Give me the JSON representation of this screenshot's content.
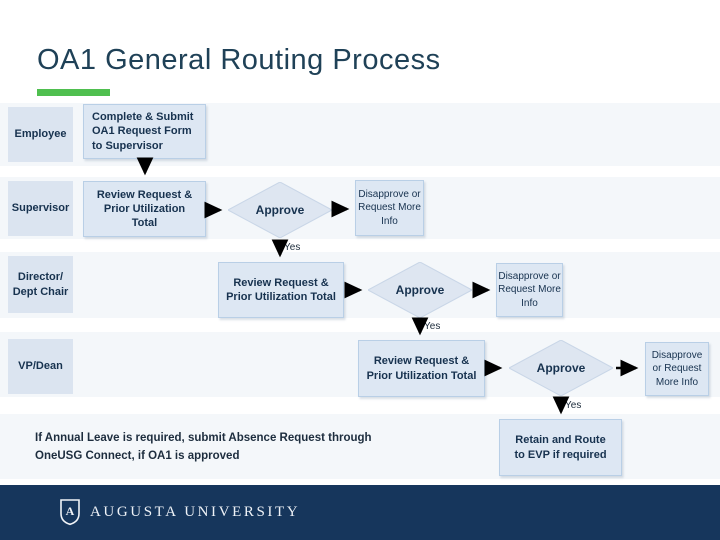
{
  "title": "OA1 General Routing Process",
  "lanes": {
    "employee": "Employee",
    "supervisor": "Supervisor",
    "director": "Director/ Dept Chair",
    "vp_dean": "VP/Dean"
  },
  "nodes": {
    "employee_task": "Complete & Submit OA1 Request Form to Supervisor",
    "review_task": "Review Request & Prior Utilization Total",
    "approve": "Approve",
    "disapprove": "Disapprove or Request More Info",
    "retain": "Retain and Route to EVP if required",
    "yes": "Yes"
  },
  "note": {
    "line1": "If Annual Leave is required, submit Absence Request through",
    "line2": "OneUSG Connect, if OA1 is approved"
  },
  "footer": {
    "org_name": "AUGUSTA UNIVERSITY"
  },
  "colors": {
    "title_text": "#1f4157",
    "accent_green": "#4fbf4f",
    "node_fill": "#dde7f3",
    "node_border": "#b9cfe6",
    "lane_fill": "#dbe4f0",
    "node_text": "#17324f",
    "lane_band": "#f4f7fa",
    "footer_bg": "#16365c",
    "arrow": "#000000"
  }
}
